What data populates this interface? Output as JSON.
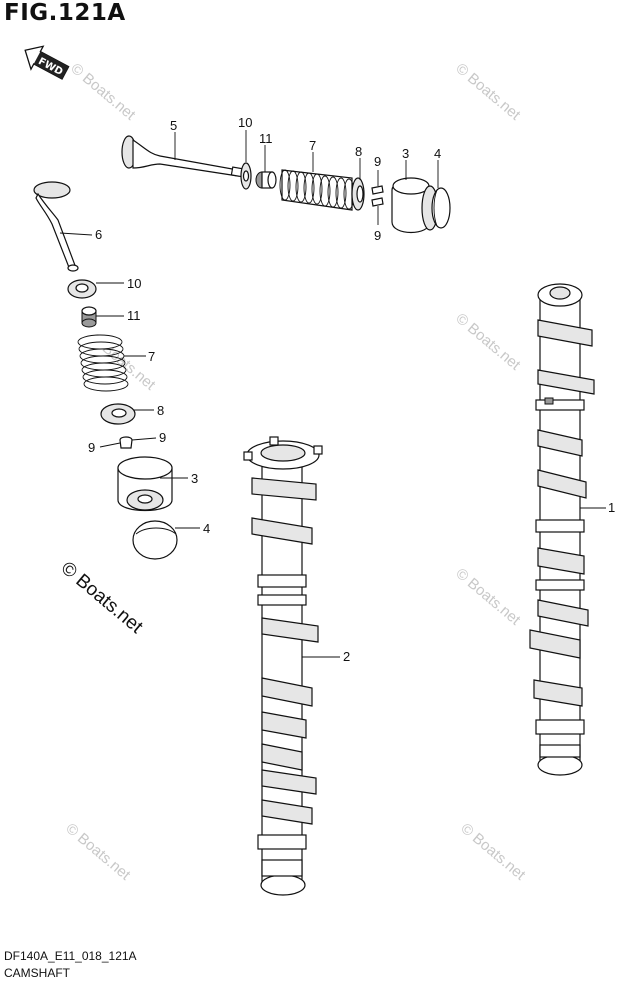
{
  "figure": {
    "title": "FIG.121A",
    "code": "DF140A_E11_018_121A",
    "name": "CAMSHAFT",
    "fwd_label": "FWD"
  },
  "watermark": {
    "text": "© Boats.net",
    "big_text": "© Boats.net"
  },
  "callouts": [
    "1",
    "2",
    "3",
    "4",
    "5",
    "6",
    "7",
    "8",
    "9",
    "10",
    "11"
  ],
  "callout_instances": [
    {
      "id": "c5",
      "text": "5"
    },
    {
      "id": "c10a",
      "text": "10"
    },
    {
      "id": "c11a",
      "text": "11"
    },
    {
      "id": "c7a",
      "text": "7"
    },
    {
      "id": "c8a",
      "text": "8"
    },
    {
      "id": "c9a",
      "text": "9"
    },
    {
      "id": "c9b",
      "text": "9"
    },
    {
      "id": "c3a",
      "text": "3"
    },
    {
      "id": "c4a",
      "text": "4"
    },
    {
      "id": "c6",
      "text": "6"
    },
    {
      "id": "c10b",
      "text": "10"
    },
    {
      "id": "c11b",
      "text": "11"
    },
    {
      "id": "c7b",
      "text": "7"
    },
    {
      "id": "c8b",
      "text": "8"
    },
    {
      "id": "c9c",
      "text": "9"
    },
    {
      "id": "c9d",
      "text": "9"
    },
    {
      "id": "c3b",
      "text": "3"
    },
    {
      "id": "c4b",
      "text": "4"
    },
    {
      "id": "c1",
      "text": "1"
    },
    {
      "id": "c2",
      "text": "2"
    }
  ]
}
